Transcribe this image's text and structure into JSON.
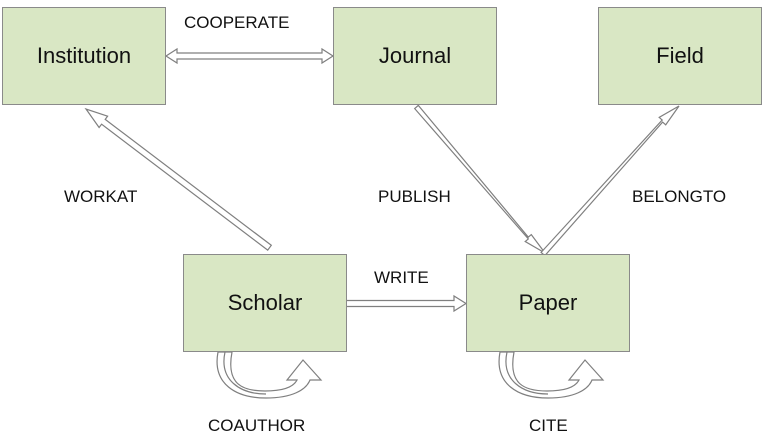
{
  "colors": {
    "node_fill": "#d9e7c4",
    "node_border": "#8a8a8a",
    "arrow_fill": "#ffffff",
    "arrow_stroke": "#7f7f7f",
    "text": "#111111"
  },
  "nodes": {
    "institution": "Institution",
    "journal": "Journal",
    "field": "Field",
    "scholar": "Scholar",
    "paper": "Paper"
  },
  "edges": {
    "cooperate": "COOPERATE",
    "workat": "WORKAT",
    "publish": "PUBLISH",
    "belongto": "BELONGTO",
    "write": "WRITE",
    "coauthor": "COAUTHOR",
    "cite": "CITE"
  }
}
